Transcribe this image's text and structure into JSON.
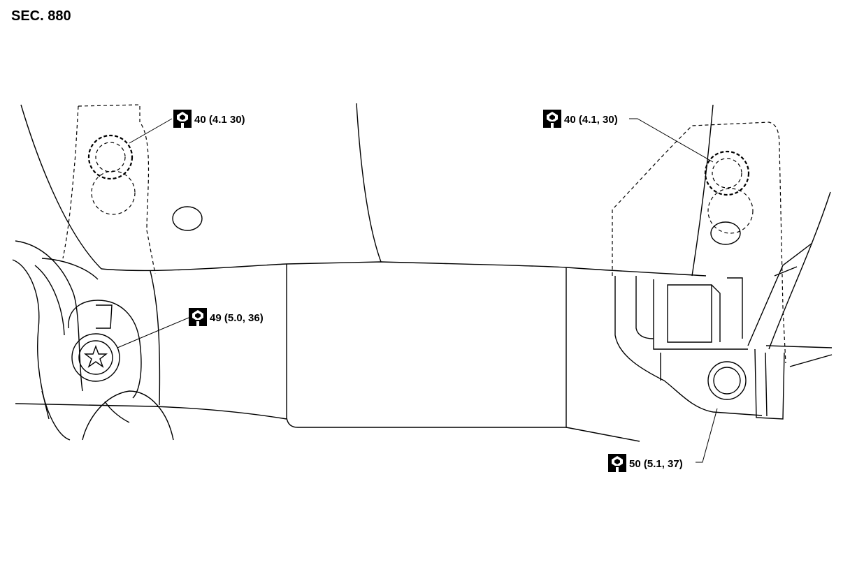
{
  "section_title": "SEC. 880",
  "torque_labels": [
    {
      "id": "top-left",
      "text": "40 (4.1 30)",
      "icon": "torque-wrench-icon"
    },
    {
      "id": "top-right",
      "text": "40 (4.1, 30)",
      "icon": "torque-wrench-icon"
    },
    {
      "id": "mid-left",
      "text": "49 (5.0, 36)",
      "icon": "torque-wrench-icon"
    },
    {
      "id": "bottom-right",
      "text": "50 (5.1, 37)",
      "icon": "torque-wrench-icon"
    }
  ]
}
